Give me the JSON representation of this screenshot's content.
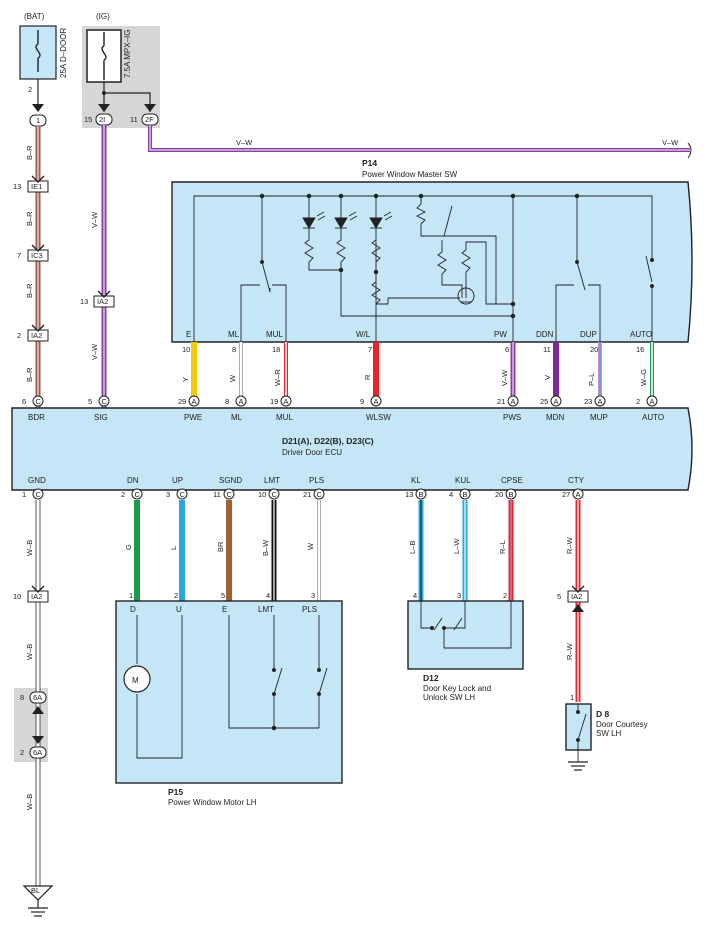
{
  "top": {
    "bat": "(BAT)",
    "ig": "(IG)",
    "fuse1_name": "25A D–DOOR",
    "fuse2_name": "7.5A MPX–IG",
    "fuse1_pin": "2",
    "fuse2_pin1": "15",
    "fuse2_con1": "2I",
    "fuse2_pin2": "11",
    "fuse2_con2": "2F",
    "vw_top1": "V–W",
    "vw_top2": "V–W"
  },
  "left": {
    "c1": "1",
    "wire_br": "B–R",
    "c_ie1_pin": "13",
    "c_ie1": "IE1",
    "c_ic3_pin": "7",
    "c_ic3": "IC3",
    "c_ia2_pin": "2",
    "c_ia2": "IA2"
  },
  "sig": {
    "wire": "V–W",
    "ia2_pin": "13",
    "ia2": "IA2"
  },
  "p14": {
    "code": "P14",
    "name": "Power Window Master SW",
    "terms": [
      "E",
      "ML",
      "MUL",
      "W/L",
      "PW",
      "DDN",
      "DUP",
      "AUTO"
    ],
    "pins": [
      "10",
      "8",
      "18",
      "7",
      "6",
      "11",
      "20",
      "16"
    ],
    "wires": [
      "Y",
      "W",
      "W–R",
      "R",
      "V–W",
      "V",
      "P–L",
      "W–G"
    ]
  },
  "ecu": {
    "code": "D21(A), D22(B), D23(C)",
    "name": "Driver Door ECU",
    "top_terms": [
      "BDR",
      "SIG",
      "PWE",
      "ML",
      "MUL",
      "WLSW",
      "PWS",
      "MDN",
      "MUP",
      "AUTO"
    ],
    "top_pins": [
      "6",
      "5",
      "29",
      "8",
      "19",
      "9",
      "21",
      "25",
      "23",
      "2"
    ],
    "top_cons": [
      "C",
      "C",
      "A",
      "A",
      "A",
      "A",
      "A",
      "A",
      "A",
      "A"
    ],
    "bot_terms": [
      "GND",
      "DN",
      "UP",
      "SGND",
      "LMT",
      "PLS",
      "KL",
      "KUL",
      "CPSE",
      "CTY"
    ],
    "bot_pins": [
      "1",
      "2",
      "3",
      "11",
      "10",
      "21",
      "13",
      "4",
      "20",
      "27"
    ],
    "bot_cons": [
      "C",
      "C",
      "C",
      "C",
      "C",
      "C",
      "B",
      "B",
      "B",
      "A"
    ]
  },
  "bottom_wires": {
    "gnd": "W–B",
    "dn": "G",
    "up": "L",
    "sgnd": "BR",
    "lmt": "B–W",
    "pls": "W",
    "kl": "L–B",
    "kul": "L–W",
    "cpse": "R–L",
    "cty": "R–W"
  },
  "gnd_path": {
    "ia2_pin": "10",
    "ia2": "IA2",
    "wire1": "W–B",
    "c6a_pin_a": "8",
    "c6a_pin_b": "2",
    "c6a": "6A",
    "wire2": "W–B",
    "wire3": "W–B",
    "bl": "BL"
  },
  "p15": {
    "code": "P15",
    "name": "Power Window Motor LH",
    "pins": [
      "1",
      "2",
      "5",
      "4",
      "3"
    ],
    "terms": [
      "D",
      "U",
      "E",
      "LMT",
      "PLS"
    ],
    "motor": "M"
  },
  "d12": {
    "code": "D12",
    "name1": "Door Key Lock and",
    "name2": "Unlock SW LH",
    "pins": [
      "4",
      "3",
      "2"
    ]
  },
  "d8": {
    "code": "D 8",
    "name1": "Door Courtesy",
    "name2": "SW LH",
    "ia2_pin": "5",
    "ia2": "IA2",
    "pin": "1",
    "wire2": "R–W"
  },
  "colors": {
    "br": "#a05a50",
    "vw": "#8a3fa8",
    "y": "#f2cc00",
    "r": "#e8242a",
    "v": "#7a2a9c",
    "g": "#1a9a4a",
    "l": "#2aa8df",
    "brn": "#a06030",
    "blue_fill": "#c5e6f7",
    "grey_fill": "#d6d6d6"
  }
}
